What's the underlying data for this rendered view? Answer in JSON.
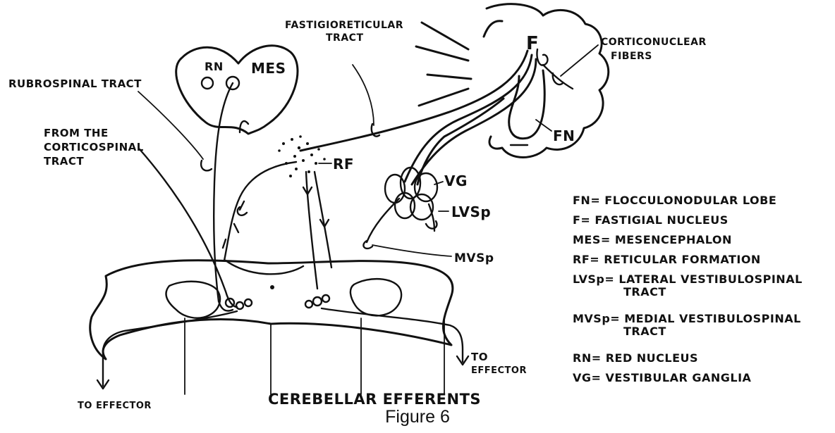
{
  "diagram": {
    "labels": {
      "rubrospinal": "RUBROSPINAL TRACT",
      "rn": "RN",
      "mes": "MES",
      "fastigioreticular_1": "FASTIGIORETICULAR",
      "fastigioreticular_2": "TRACT",
      "f": "F",
      "corticonuclear_1": "CORTICONUCLEAR",
      "corticonuclear_2": "FIBERS",
      "from_corticospinal_1": "FROM THE",
      "from_corticospinal_2": "CORTICOSPINAL",
      "from_corticospinal_3": "TRACT",
      "rf": "RF",
      "vg": "VG",
      "fn": "FN",
      "lvsp": "LVSp",
      "mvsp": "MVSp",
      "to_effector_left": "TO EFFECTOR",
      "to_effector_right_1": "TO",
      "to_effector_right_2": "EFFECTOR",
      "title": "CEREBELLAR EFFERENTS"
    },
    "legend": [
      "FN= FLOCCULONODULAR LOBE",
      "F= FASTIGIAL NUCLEUS",
      "MES= MESENCEPHALON",
      "RF= RETICULAR FORMATION",
      "LVSp= LATERAL VESTIBULOSPINAL",
      "TRACT",
      "MVSp= MEDIAL VESTIBULOSPINAL",
      "TRACT",
      "RN= RED NUCLEUS",
      "VG= VESTIBULAR GANGLIA"
    ],
    "caption": "Figure 6"
  }
}
